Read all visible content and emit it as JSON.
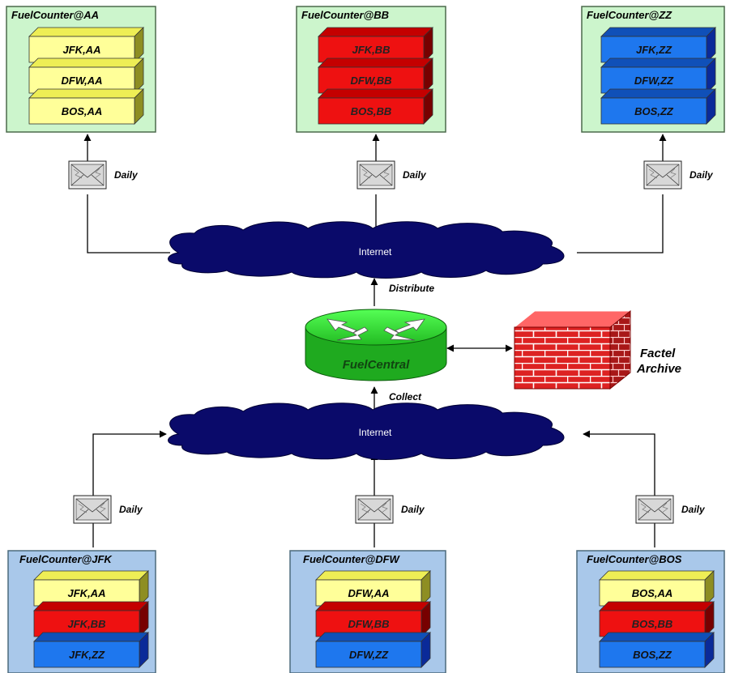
{
  "colors": {
    "top_panel_bg": "#ccf5cc",
    "bottom_panel_bg": "#a9c8ea",
    "panel_border": "#4c6a4c",
    "yellow": "#ffff99",
    "red": "#ee1111",
    "blue": "#1e77ee",
    "cloud": "#0a0a6a",
    "router": "#33dd33",
    "brick": "#dd2222"
  },
  "top_counters": [
    {
      "title": "FuelCounter@AA",
      "records": [
        {
          "label": "JFK,AA",
          "color": "yellow"
        },
        {
          "label": "DFW,AA",
          "color": "yellow"
        },
        {
          "label": "BOS,AA",
          "color": "yellow"
        }
      ],
      "schedule": "Daily"
    },
    {
      "title": "FuelCounter@BB",
      "records": [
        {
          "label": "JFK,BB",
          "color": "red"
        },
        {
          "label": "DFW,BB",
          "color": "red"
        },
        {
          "label": "BOS,BB",
          "color": "red"
        }
      ],
      "schedule": "Daily"
    },
    {
      "title": "FuelCounter@ZZ",
      "records": [
        {
          "label": "JFK,ZZ",
          "color": "blue"
        },
        {
          "label": "DFW,ZZ",
          "color": "blue"
        },
        {
          "label": "BOS,ZZ",
          "color": "blue"
        }
      ],
      "schedule": "Daily"
    }
  ],
  "bottom_counters": [
    {
      "title": "FuelCounter@JFK",
      "records": [
        {
          "label": "JFK,AA",
          "color": "yellow"
        },
        {
          "label": "JFK,BB",
          "color": "red"
        },
        {
          "label": "JFK,ZZ",
          "color": "blue"
        }
      ],
      "schedule": "Daily"
    },
    {
      "title": "FuelCounter@DFW",
      "records": [
        {
          "label": "DFW,AA",
          "color": "yellow"
        },
        {
          "label": "DFW,BB",
          "color": "red"
        },
        {
          "label": "DFW,ZZ",
          "color": "blue"
        }
      ],
      "schedule": "Daily"
    },
    {
      "title": "FuelCounter@BOS",
      "records": [
        {
          "label": "BOS,AA",
          "color": "yellow"
        },
        {
          "label": "BOS,BB",
          "color": "red"
        },
        {
          "label": "BOS,ZZ",
          "color": "blue"
        }
      ],
      "schedule": "Daily"
    }
  ],
  "top_cloud": {
    "label": "Internet"
  },
  "bottom_cloud": {
    "label": "Internet"
  },
  "distribute_label": "Distribute",
  "collect_label": "Collect",
  "central": {
    "label": "FuelCentral",
    "icon": "router-icon"
  },
  "archive": {
    "label_line1": "Factel",
    "label_line2": "Archive",
    "icon": "brick-wall-icon"
  }
}
